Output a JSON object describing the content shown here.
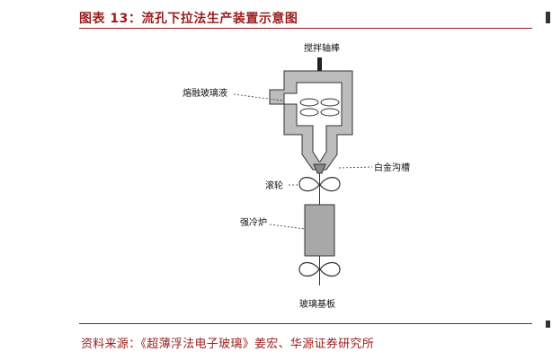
{
  "figure": {
    "title": "图表 13：流孔下拉法生产装置示意图",
    "source": "资料来源：《超薄浮法电子玻璃》姜宏、华源证券研究所"
  },
  "diagram": {
    "labels": {
      "stir_shaft": "搅拌轴棒",
      "molten_glass": "熔融玻璃液",
      "platinum_channel": "白金沟槽",
      "roller": "滚轮",
      "annealing_furnace": "强冷炉",
      "glass_substrate": "玻璃基板"
    }
  }
}
